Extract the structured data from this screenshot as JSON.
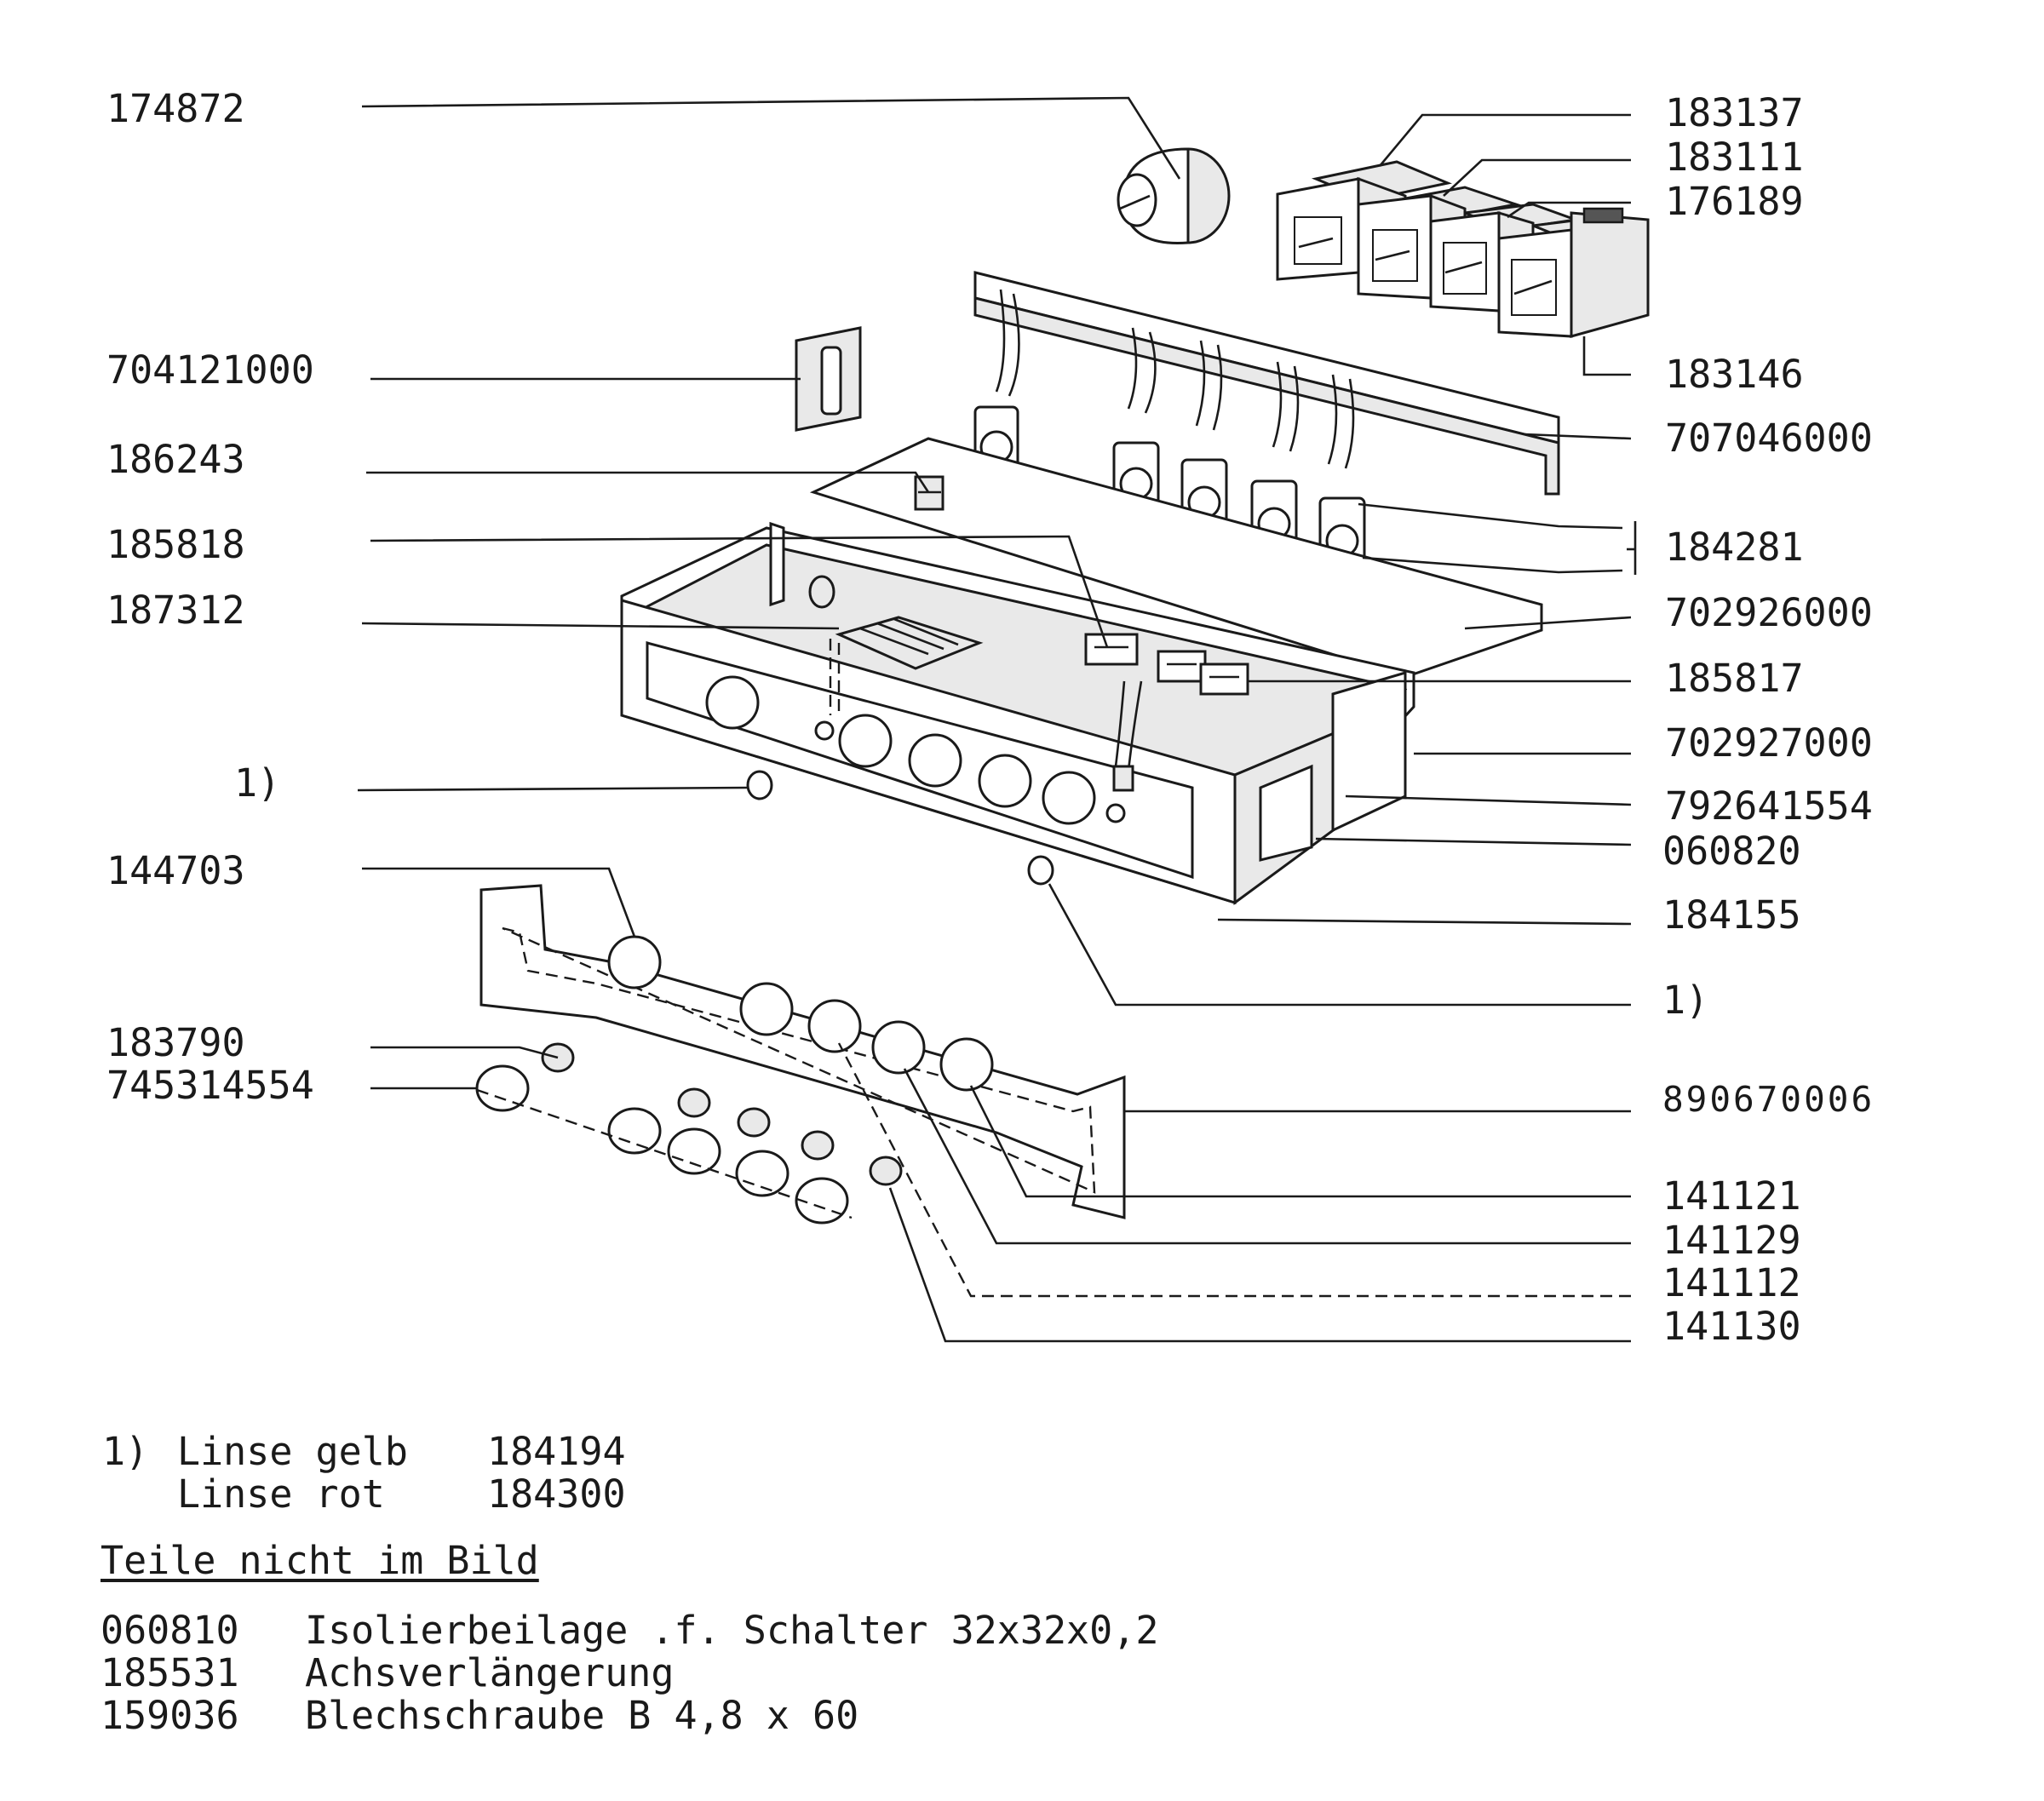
{
  "labels_left": {
    "p174872": "174872",
    "p704121000": "704121000",
    "p186243": "186243",
    "p185818": "185818",
    "p187312": "187312",
    "note1_left": "1)",
    "p144703": "144703",
    "p183790": "183790",
    "p745314554": "745314554"
  },
  "labels_right": {
    "p183137": "183137",
    "p183111": "183111",
    "p176189": "176189",
    "p183146": "183146",
    "p707046000": "707046000",
    "p184281": "184281",
    "p702926000": "702926000",
    "p185817": "185817",
    "p702927000": "702927000",
    "p792641554": "792641554",
    "p060820": "060820",
    "p184155": "184155",
    "note1_right": "1)",
    "p890670006": "890670006",
    "p141121": "141121",
    "p141129": "141129",
    "p141112": "141112",
    "p141130": "141130"
  },
  "footnote": {
    "marker": "1)",
    "items": [
      {
        "name": "Linse gelb",
        "code": "184194"
      },
      {
        "name": "Linse rot",
        "code": "184300"
      }
    ]
  },
  "parts_not_shown": {
    "heading": "Teile nicht im Bild",
    "items": [
      {
        "code": "060810",
        "desc": "Isolierbeilage .f. Schalter 32x32x0,2"
      },
      {
        "code": "185531",
        "desc": "Achsverlängerung"
      },
      {
        "code": "159036",
        "desc": "Blechschraube B 4,8 x 60"
      }
    ]
  }
}
